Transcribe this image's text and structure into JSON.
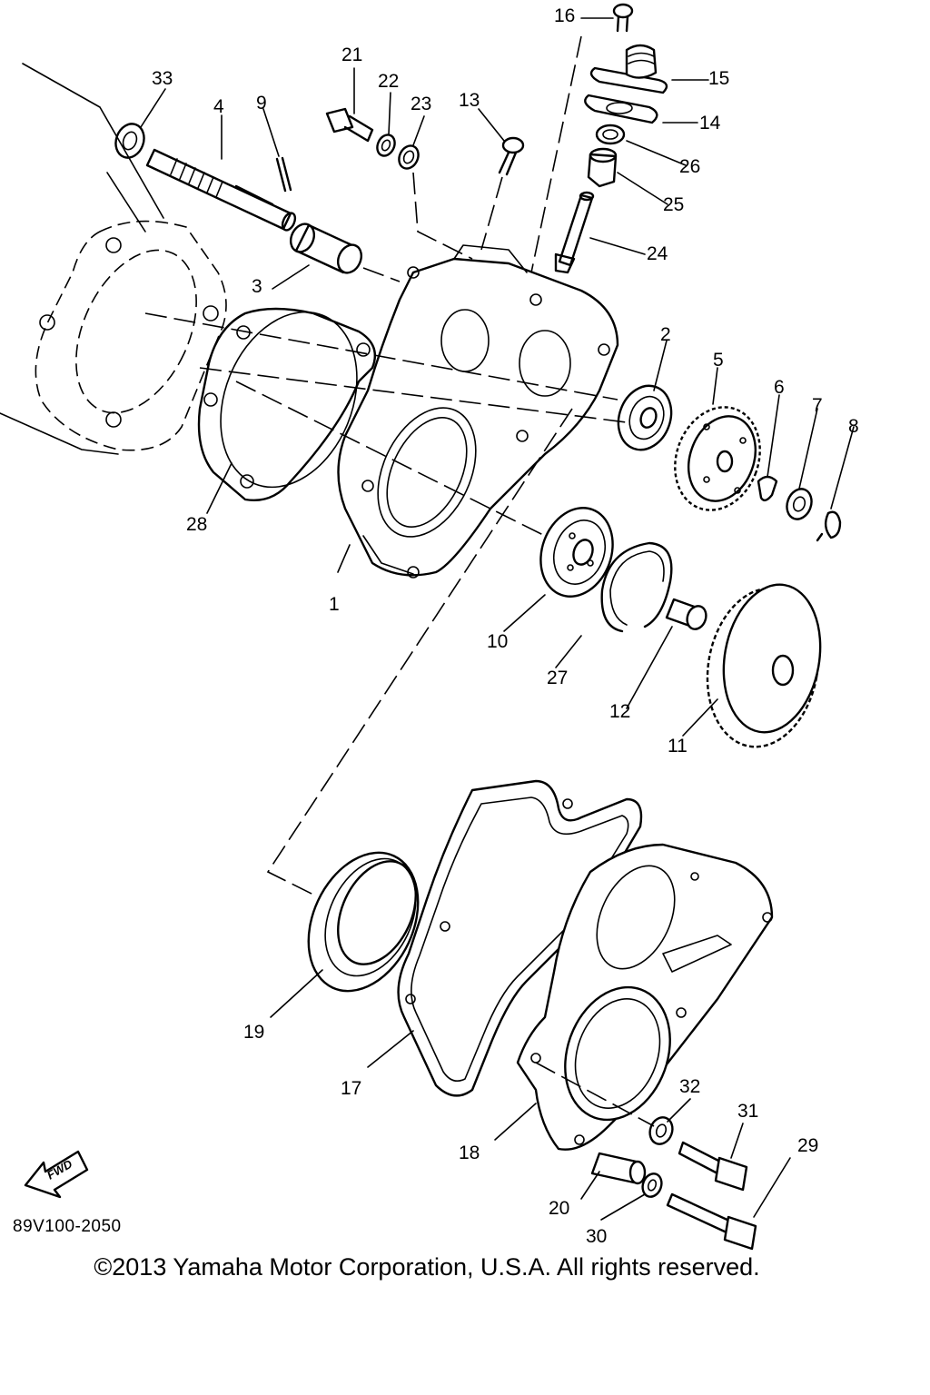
{
  "callouts": {
    "c1": "1",
    "c2": "2",
    "c3": "3",
    "c4": "4",
    "c5": "5",
    "c6": "6",
    "c7": "7",
    "c8": "8",
    "c9": "9",
    "c10": "10",
    "c11": "11",
    "c12": "12",
    "c13": "13",
    "c14": "14",
    "c15": "15",
    "c16": "16",
    "c17": "17",
    "c18": "18",
    "c19": "19",
    "c20": "20",
    "c21": "21",
    "c22": "22",
    "c23": "23",
    "c24": "24",
    "c25": "25",
    "c26": "26",
    "c27": "27",
    "c28": "28",
    "c29": "29",
    "c30": "30",
    "c31": "31",
    "c32": "32",
    "c33": "33"
  },
  "fwd_arrow": "FWD",
  "diagram_code": "89V100-2050",
  "copyright": "©2013 Yamaha Motor Corporation, U.S.A. All rights reserved."
}
